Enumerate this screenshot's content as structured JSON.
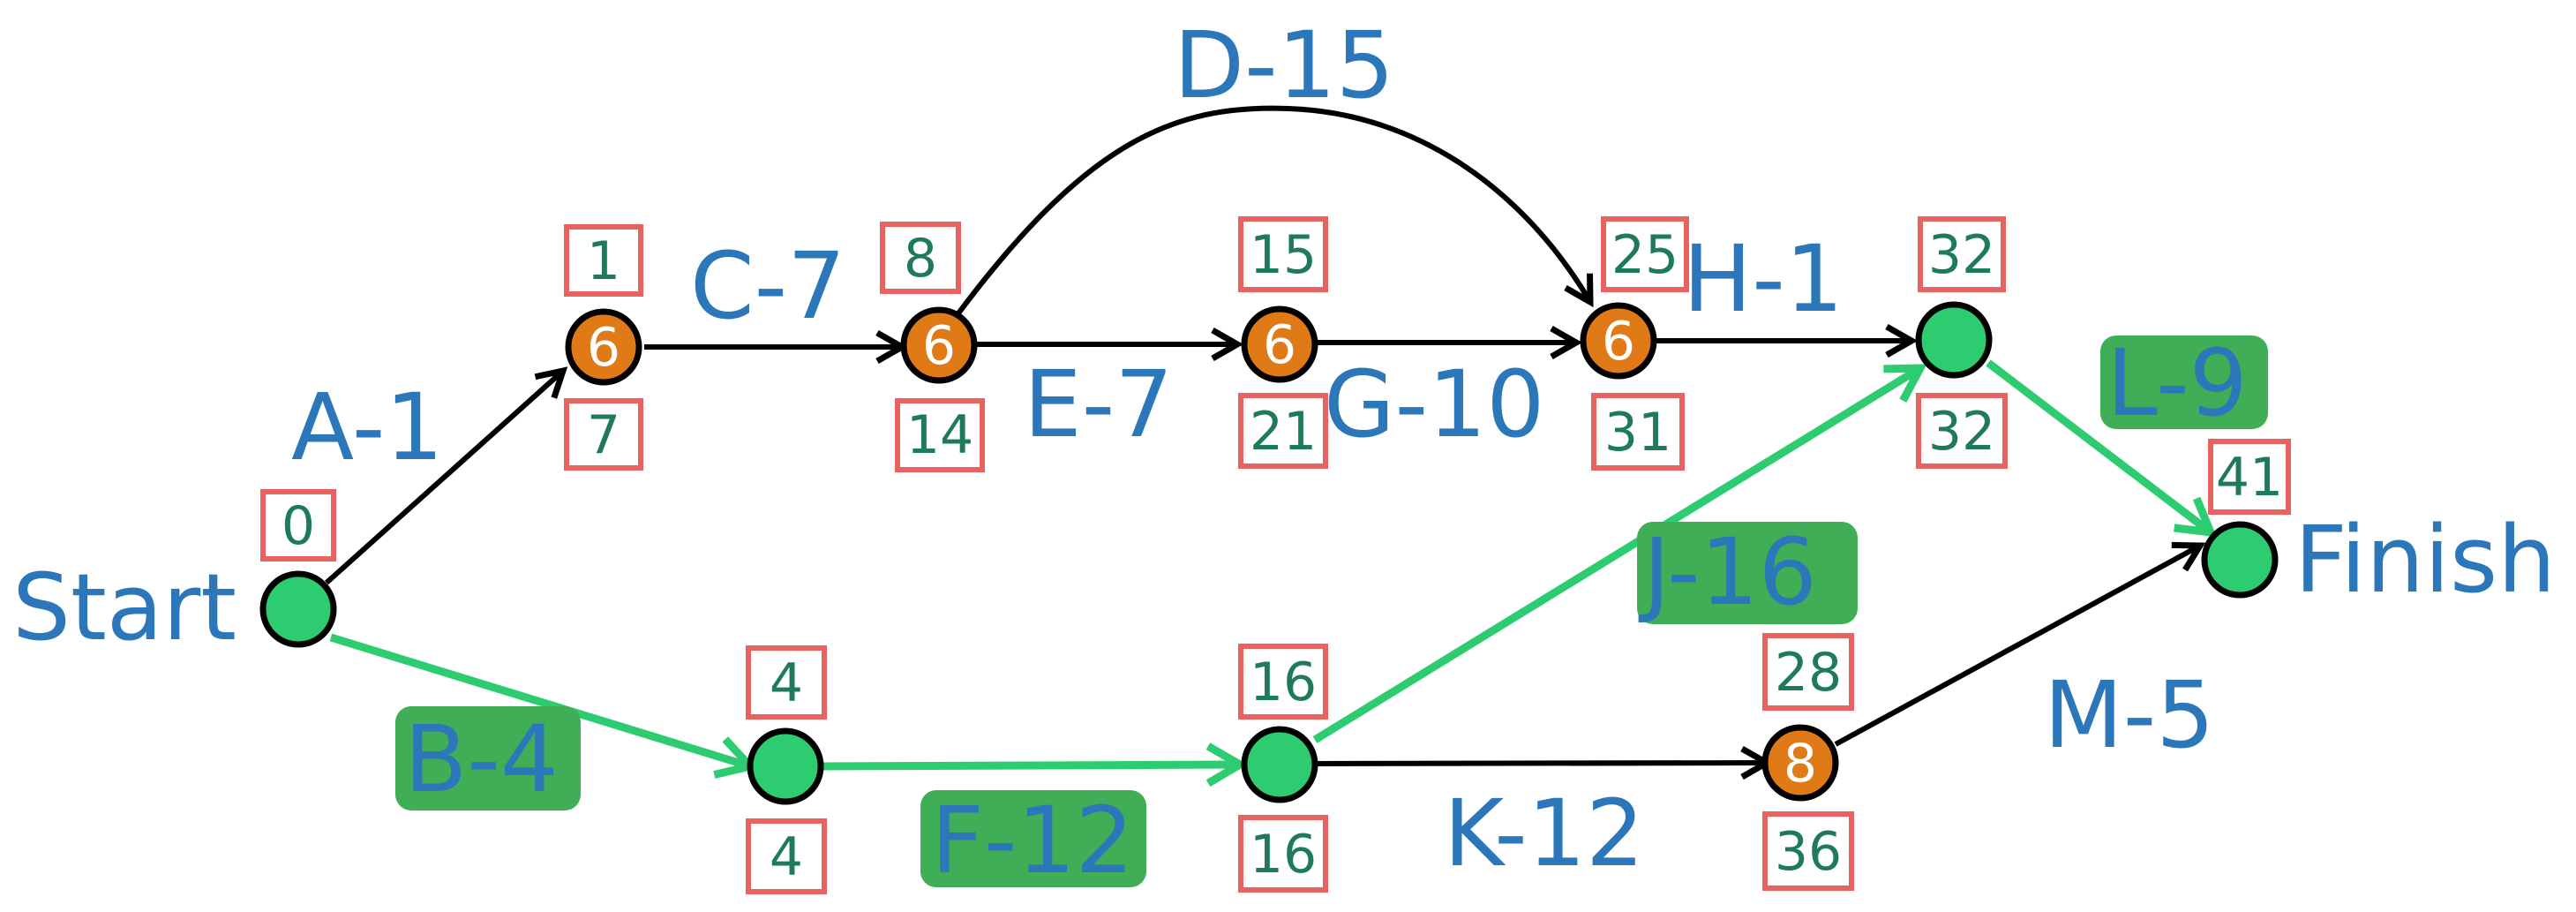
{
  "colors": {
    "critical_path": "#2ecc71",
    "normal_edge": "#000000",
    "green_node": "#2ecc71",
    "orange_node": "#e07a16",
    "label_text": "#2b77b9",
    "number_text": "#1f7a5a",
    "number_box_border": "#e8625f",
    "highlight_background": "#3fae56"
  },
  "terminals": {
    "start": "Start",
    "finish": "Finish"
  },
  "activities": {
    "a": "A-1",
    "b": "B-4",
    "c": "C-7",
    "d": "D-15",
    "e": "E-7",
    "f": "F-12",
    "g": "G-10",
    "h": "H-1",
    "j": "J-16",
    "k": "K-12",
    "l": "L-9",
    "m": "M-5"
  },
  "critical_activities": [
    "B-4",
    "F-12",
    "J-16",
    "L-9"
  ],
  "node_floats": {
    "n1": "6",
    "n2": "6",
    "n3": "6",
    "n4": "6",
    "n8": "8"
  },
  "times": {
    "start_early": "0",
    "n1_early": "1",
    "n1_late": "7",
    "n2_early": "8",
    "n2_late": "14",
    "n3_early": "15",
    "n3_late": "21",
    "n4_early": "25",
    "n4_late": "31",
    "n5_early": "32",
    "n5_late": "32",
    "n6_early": "4",
    "n6_late": "4",
    "n7_early": "16",
    "n7_late": "16",
    "n8_early": "28",
    "n8_late": "36",
    "finish_early": "41"
  }
}
